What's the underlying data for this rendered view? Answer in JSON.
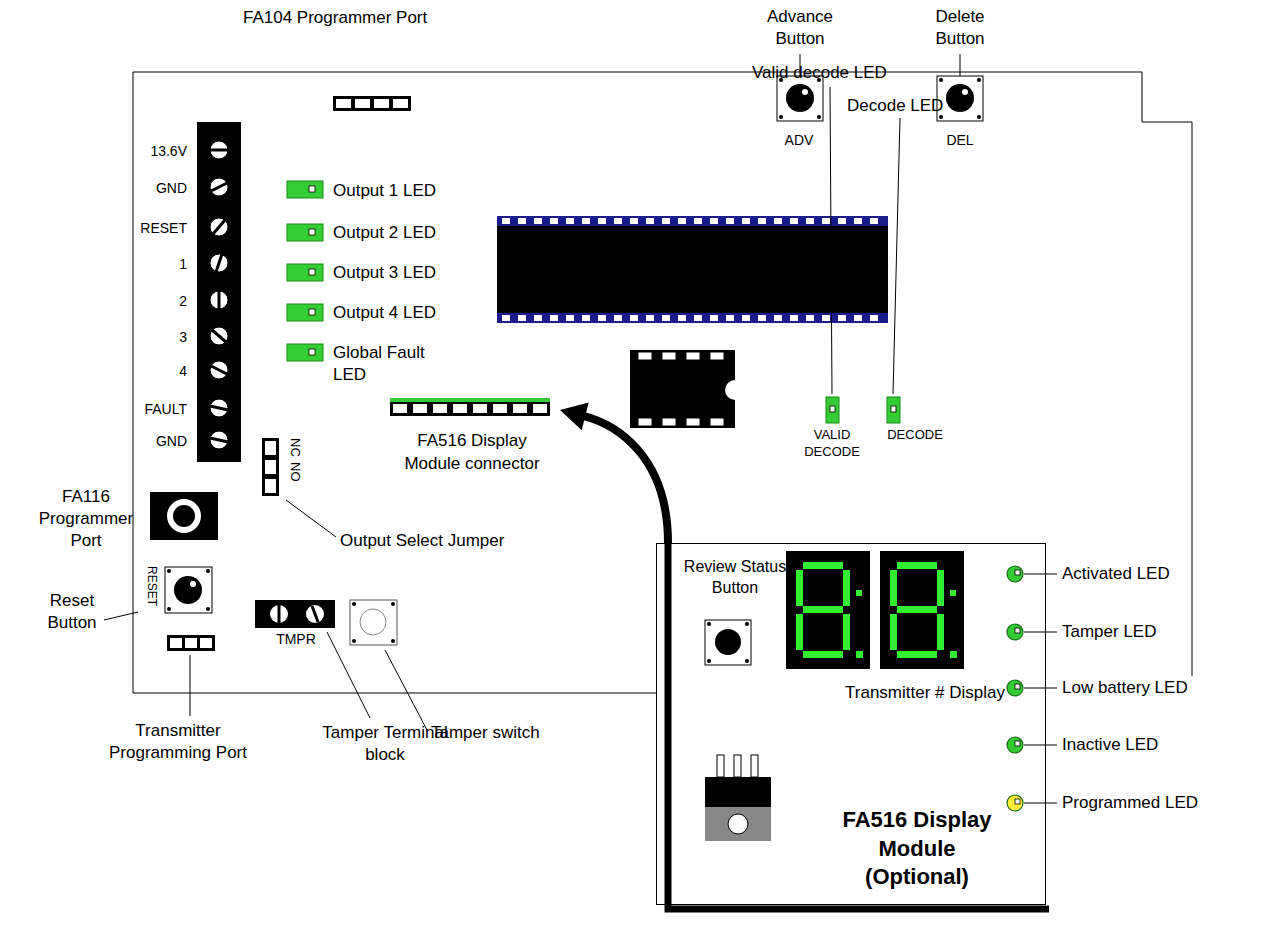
{
  "diagram": {
    "nodes": [
      {
        "text": [
          "FA516 Display Module connector"
        ]
      },
      {
        "text": [
          "FA516 Display Module (Optional)"
        ]
      }
    ],
    "edges": [
      {
        "from": 1,
        "to": 0,
        "arrow": "to"
      }
    ],
    "labels": [
      "FA104 Programmer Port",
      "Advance Button",
      "Delete Button",
      "ADV",
      "DEL",
      "13.6V",
      "GND",
      "RESET",
      "1",
      "2",
      "3",
      "4",
      "FAULT",
      "GND",
      "Output 1 LED",
      "Output 2 LED",
      "Output 3 LED",
      "Output 4 LED",
      "Global Fault LED",
      "Valid decode LED",
      "Decode LED",
      "VALID DECODE",
      "DECODE",
      "NC",
      "NO",
      "FA116 Programmer Port",
      "RESET",
      "Reset Button",
      "Output Select Jumper",
      "TMPR",
      "Tamper switch",
      "Transmitter Programming Port",
      "Tamper Terminal block",
      "Review Status Button",
      "Transmitter # Display",
      "Activated LED",
      "Tamper LED",
      "Low battery LED",
      "Inactive LED",
      "Programmed LED"
    ]
  }
}
